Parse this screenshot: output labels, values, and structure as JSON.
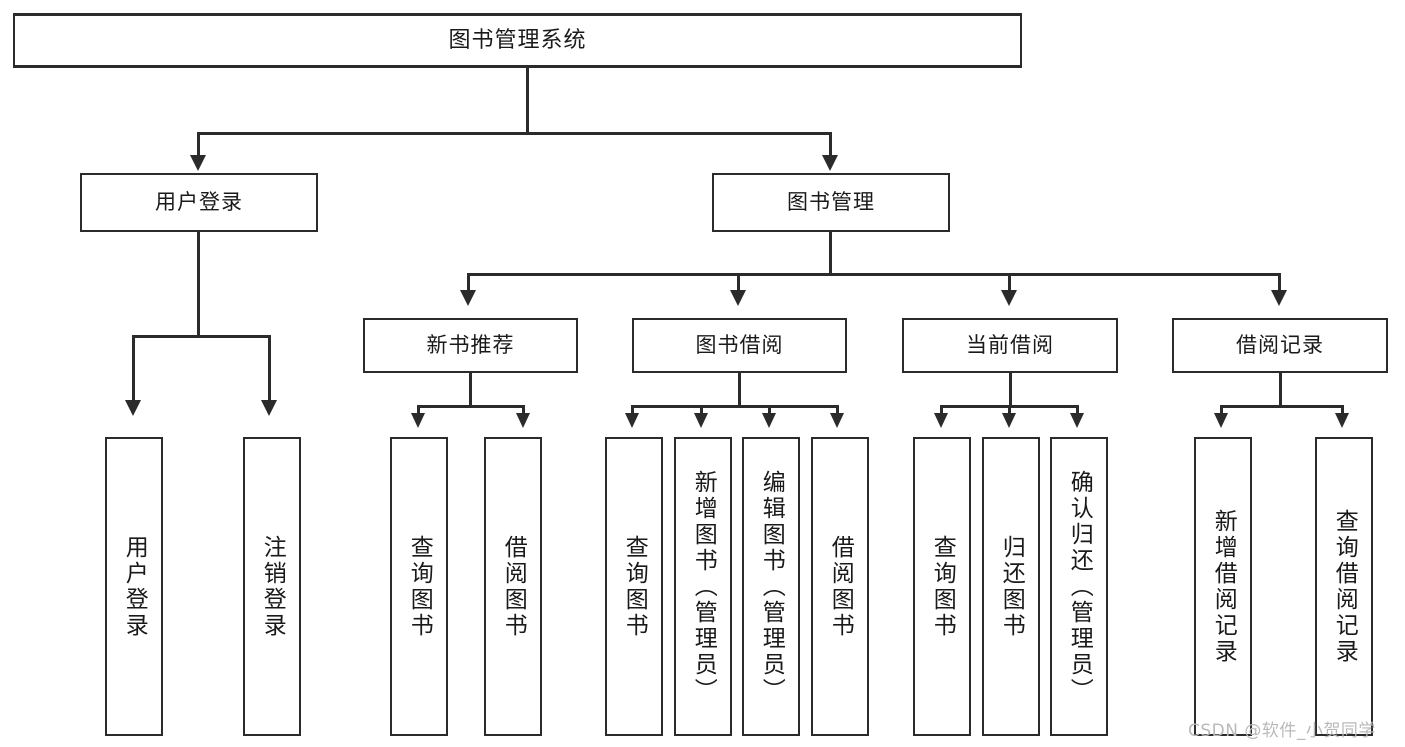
{
  "diagram": {
    "title": "图书管理系统",
    "type": "tree",
    "watermark": "CSDN @软件_小贺同学",
    "colors": {
      "stroke": "#2b2b2b",
      "background": "#ffffff",
      "text": "#1a1a1a",
      "watermark": "#b9b9b9"
    },
    "nodes": {
      "root": {
        "label": "图书管理系统"
      },
      "level1": [
        {
          "label": "用户登录"
        },
        {
          "label": "图书管理"
        }
      ],
      "level2": [
        {
          "label": "新书推荐"
        },
        {
          "label": "图书借阅"
        },
        {
          "label": "当前借阅"
        },
        {
          "label": "借阅记录"
        }
      ],
      "leaves_user_login": [
        {
          "label": "用户登录"
        },
        {
          "label": "注销登录"
        }
      ],
      "leaves_new_books": [
        {
          "label": "查询图书"
        },
        {
          "label": "借阅图书"
        }
      ],
      "leaves_borrow": [
        {
          "label": "查询图书"
        },
        {
          "label": "新增图书（管理员）"
        },
        {
          "label": "编辑图书（管理员）"
        },
        {
          "label": "借阅图书"
        }
      ],
      "leaves_current": [
        {
          "label": "查询图书"
        },
        {
          "label": "归还图书"
        },
        {
          "label": "确认归还（管理员）"
        }
      ],
      "leaves_records": [
        {
          "label": "新增借阅记录"
        },
        {
          "label": "查询借阅记录"
        }
      ]
    }
  }
}
